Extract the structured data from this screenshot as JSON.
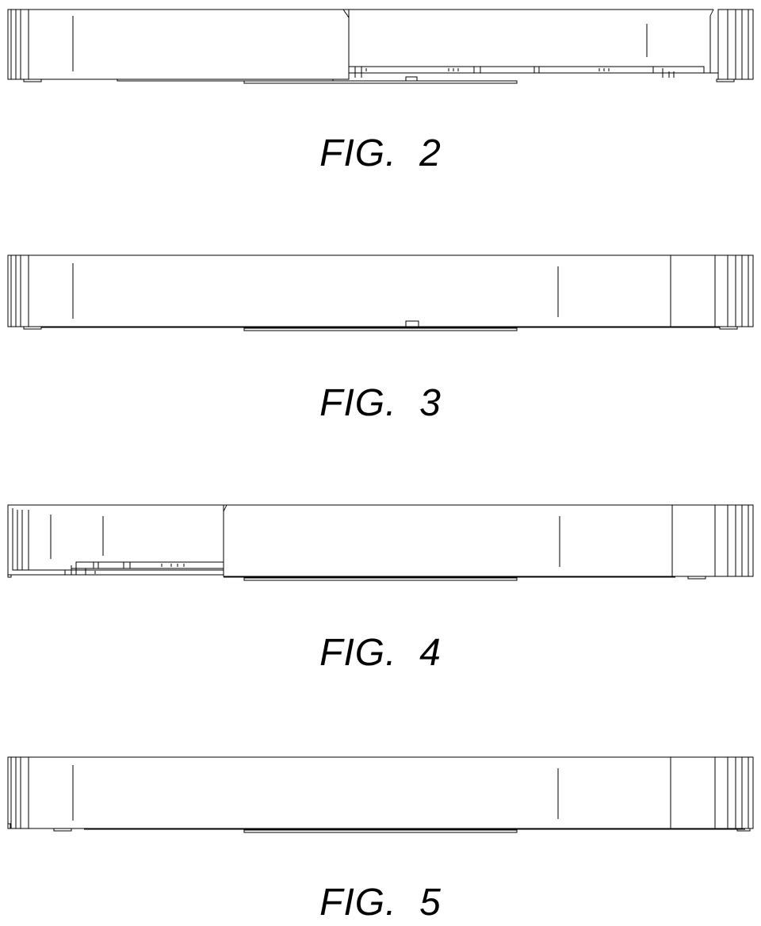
{
  "sheet": {
    "figures": [
      {
        "id": "fig2",
        "caption": "FIG.  2"
      },
      {
        "id": "fig3",
        "caption": "FIG.  3"
      },
      {
        "id": "fig4",
        "caption": "FIG.  4"
      },
      {
        "id": "fig5",
        "caption": "FIG.  5"
      }
    ]
  },
  "colors": {
    "line": "#000000",
    "background": "#ffffff"
  }
}
